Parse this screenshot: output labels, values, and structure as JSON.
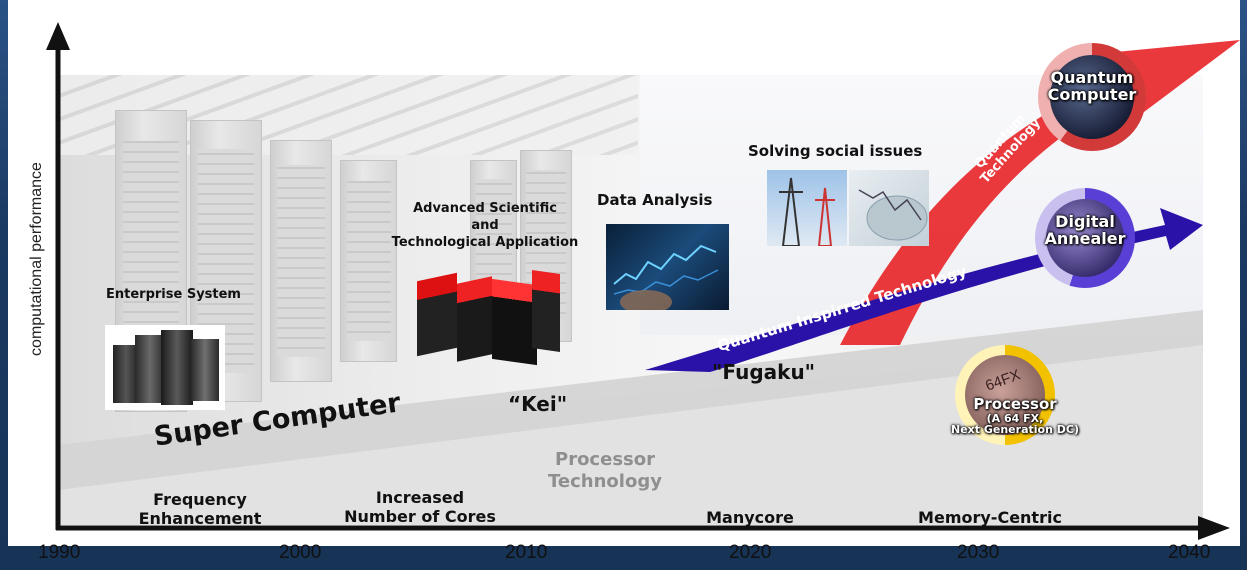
{
  "axes": {
    "y_label": "computational performance",
    "x_ticks": [
      "1990",
      "2000",
      "2010",
      "2020",
      "2030",
      "2040"
    ]
  },
  "bands": {
    "main_label": "Super Computer",
    "upper_arrow_label": "Quantum Inspirred Technology",
    "red_arrow_label_line1": "Quantum",
    "red_arrow_label_line2": "Technology"
  },
  "milestones": {
    "kei": "“Kei\"",
    "fugaku": "\"Fugaku\""
  },
  "applications": {
    "enterprise": "Enterprise System",
    "scientific_line1": "Advanced Scientific",
    "scientific_line2": "and",
    "scientific_line3": "Technological Application",
    "data_analysis": "Data Analysis",
    "social": "Solving social issues"
  },
  "processor_tech": {
    "title_line1": "Processor",
    "title_line2": "Technology",
    "stages": [
      {
        "line1": "Frequency",
        "line2": "Enhancement"
      },
      {
        "line1": "Increased",
        "line2": "Number of Cores"
      },
      {
        "line1": "Manycore",
        "line2": ""
      },
      {
        "line1": "Memory-Centric",
        "line2": ""
      }
    ]
  },
  "technologies": {
    "quantum_line1": "Quantum",
    "quantum_line2": "Computer",
    "digital_line1": "Digital",
    "digital_line2": "Annealer",
    "processor_line1": "Processor",
    "processor_line2": "(A 64 FX,",
    "processor_line3": "Next Generation DC)",
    "chip_text": "64FX"
  },
  "colors": {
    "red_arrow": "#e8282b",
    "blue_arrow": "#2a12a8",
    "band_gray": "#d9d9d9",
    "quantum_ring": "#d23a3a",
    "digital_ring": "#5a3fd6",
    "processor_ring": "#f2c200"
  }
}
